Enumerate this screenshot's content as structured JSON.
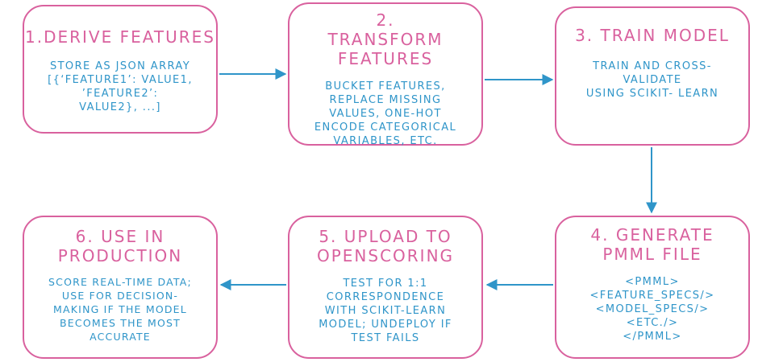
{
  "colors": {
    "box_border": "#d9619e",
    "title": "#d9619e",
    "body": "#2f95c9",
    "arrow": "#2f95c9"
  },
  "steps": [
    {
      "title": "1.DERIVE FEATURES",
      "body": [
        "STORE AS JSON ARRAY",
        "[{‘FEATURE1’: VALUE1,",
        "’FEATURE2’:",
        "VALUE2}, ...]"
      ]
    },
    {
      "title": "2. TRANSFORM FEATURES",
      "body": [
        "BUCKET FEATURES,",
        "REPLACE MISSING",
        "VALUES, ONE-HOT",
        "ENCODE CATEGORICAL",
        "VARIABLES, ETC."
      ]
    },
    {
      "title": "3. TRAIN MODEL",
      "body": [
        "TRAIN AND CROSS-",
        "VALIDATE",
        "USING SCIKIT- LEARN"
      ]
    },
    {
      "title": "4. GENERATE PMML FILE",
      "body": [
        "<PMML>",
        "<FEATURE_SPECS/>",
        "<MODEL_SPECS/>",
        "<ETC./>",
        "</PMML>"
      ]
    },
    {
      "title": "5. UPLOAD TO OPENSCORING",
      "body": [
        "TEST FOR 1:1",
        "CORRESPONDENCE",
        "WITH SCIKIT-LEARN",
        "MODEL; UNDEPLOY IF",
        "TEST FAILS"
      ]
    },
    {
      "title": "6. USE IN PRODUCTION",
      "body": [
        "SCORE REAL-TIME DATA;",
        "USE FOR DECISION-",
        "MAKING IF THE MODEL",
        "BECOMES THE MOST",
        "ACCURATE"
      ]
    }
  ]
}
